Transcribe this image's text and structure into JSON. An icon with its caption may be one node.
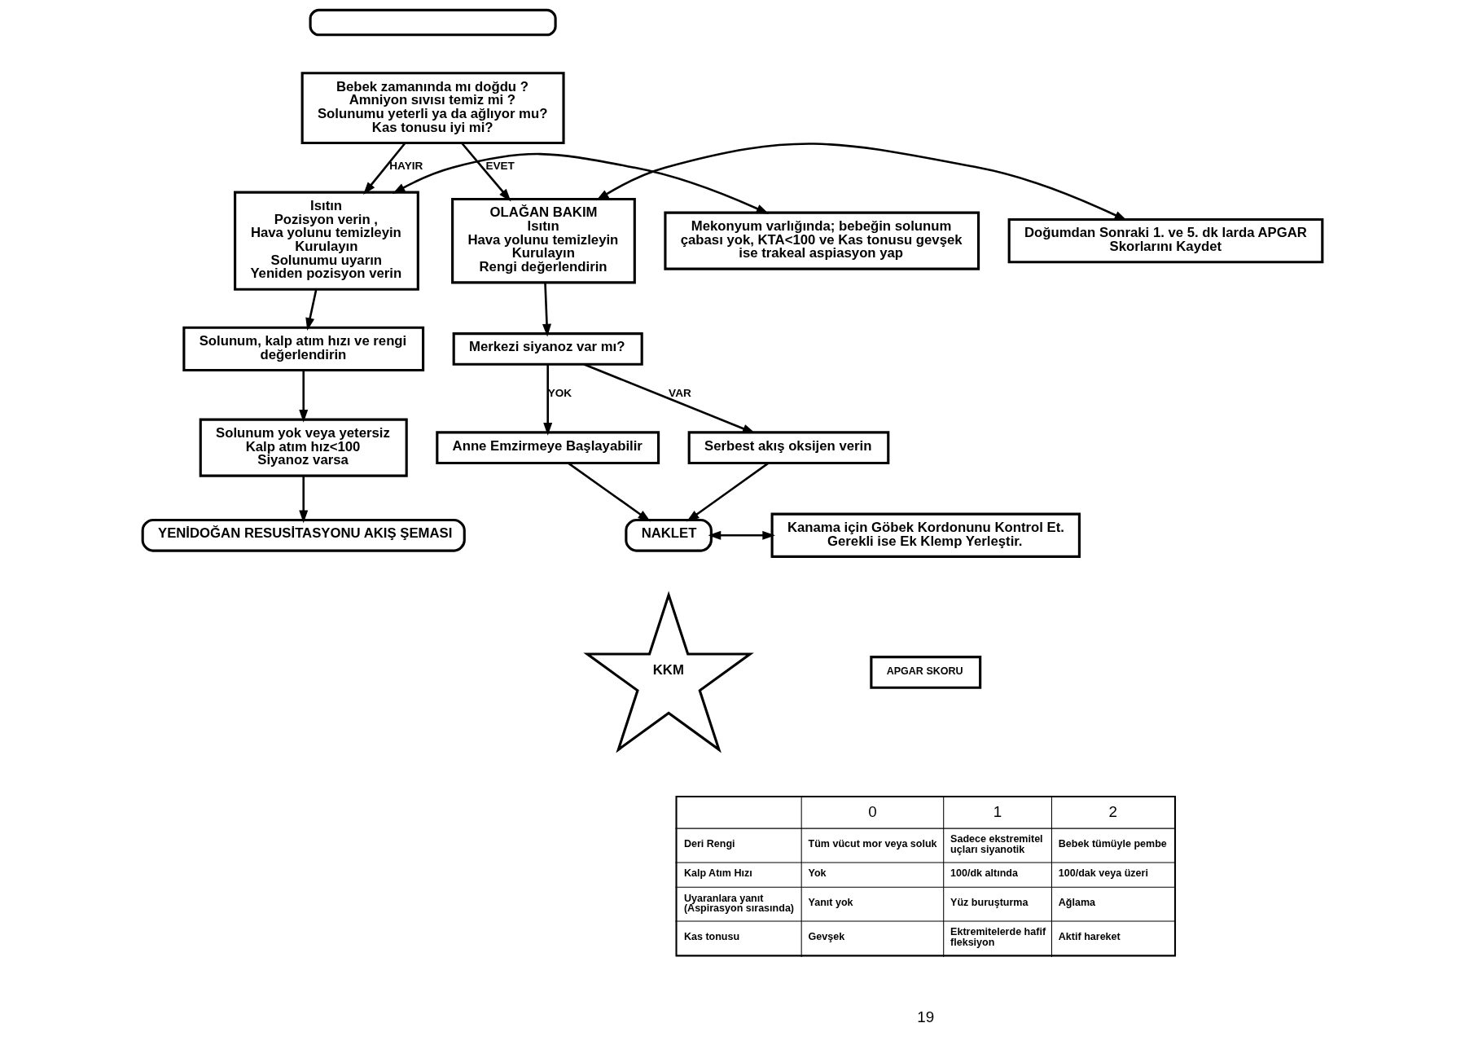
{
  "diagram": {
    "nodes": [
      {
        "text": [],
        "shape": "box"
      },
      {
        "text": [
          "Bebek zamanında mı doğdu ?",
          "Amniyon sıvısı temiz mi ?",
          "Solunumu yeterli ya da ağlıyor mu?",
          "Kas tonusu iyi mi?"
        ]
      },
      {
        "text": [
          "Isıtın",
          "Pozisyon verin ,",
          "Hava yolunu temizleyin",
          "Kurulayın",
          "Solunumu uyarın",
          "Yeniden pozisyon verin"
        ]
      },
      {
        "text": [
          "Mekonyum varlığında; bebeğin solunum çabası yok, KTA<100 ve Kas tonusu gevşek ise trakeal aspiasyon yap"
        ]
      },
      {
        "text": [
          "Solunum, kalp atım hızı ve rengi değerlendirin"
        ]
      },
      {
        "text": [
          "Solunum yok veya yetersiz",
          "Kalp atım hız<100",
          "Siyanoz varsa"
        ]
      },
      {
        "text": [
          "YENİDOĞAN RESUSİTASYONU AKIŞ ŞEMASI"
        ]
      },
      {
        "text": [
          "Doğumdan Sonraki 1. ve 5. dk larda APGAR Skorlarını Kaydet"
        ]
      },
      {
        "text": [
          "OLAĞAN BAKIM",
          "Isıtın",
          "Hava yolunu temizleyin",
          "Kurulayın",
          "Rengi değerlendirin"
        ]
      },
      {
        "text": [
          "Merkezi siyanoz var mı?"
        ]
      },
      {
        "text": [
          "Anne Emzirmeye Başlayabilir"
        ]
      },
      {
        "text": [
          "Serbest akış oksijen verin"
        ]
      },
      {
        "text": [
          "NAKLET"
        ]
      },
      {
        "text": [
          "KKM"
        ]
      },
      {
        "text": [
          "Kanama için Göbek Kordonunu Kontrol Et. Gerekli ise Ek Klemp Yerleştir."
        ]
      },
      {
        "text": [
          "APGAR SKORU"
        ]
      }
    ],
    "edges": [
      {
        "from": 1,
        "to": 2,
        "arrow": "to",
        "label": "HAYIR"
      },
      {
        "from": 1,
        "to": 8,
        "arrow": "to",
        "label": "EVET"
      },
      {
        "from": 7,
        "to": 8,
        "arrow": "both"
      },
      {
        "from": 2,
        "to": 3,
        "arrow": "both"
      },
      {
        "from": 2,
        "to": 4,
        "arrow": "to"
      },
      {
        "from": 4,
        "to": 5,
        "arrow": "to"
      },
      {
        "from": 5,
        "to": 6,
        "arrow": "to"
      },
      {
        "from": 8,
        "to": 9,
        "arrow": "to"
      },
      {
        "from": 9,
        "to": 10,
        "arrow": "to",
        "label": "YOK"
      },
      {
        "from": 9,
        "to": 11,
        "arrow": "to",
        "label": "VAR"
      },
      {
        "from": 10,
        "to": 12,
        "arrow": "to"
      },
      {
        "from": 11,
        "to": 12,
        "arrow": "to"
      },
      {
        "from": 14,
        "to": 12,
        "arrow": "both"
      }
    ],
    "labels": [
      "0",
      "1",
      "2",
      "Deri Rengi",
      "Tüm vücut mor veya soluk",
      "Sadece ekstremitel uçları siyanotik",
      "Bebek tümüyle pembe",
      "Kalp Atım Hızı",
      "Yok",
      "100/dk altında",
      "100/dak veya üzeri",
      "Uyaranlara yanıt (Aspirasyon sırasında)",
      "Yanıt yok",
      "Yüz buruşturma",
      "Ağlama",
      "Kas tonusu",
      "Gevşek",
      "Ektremitelerde hafif fleksiyon",
      "Aktif hareket",
      "19"
    ]
  }
}
